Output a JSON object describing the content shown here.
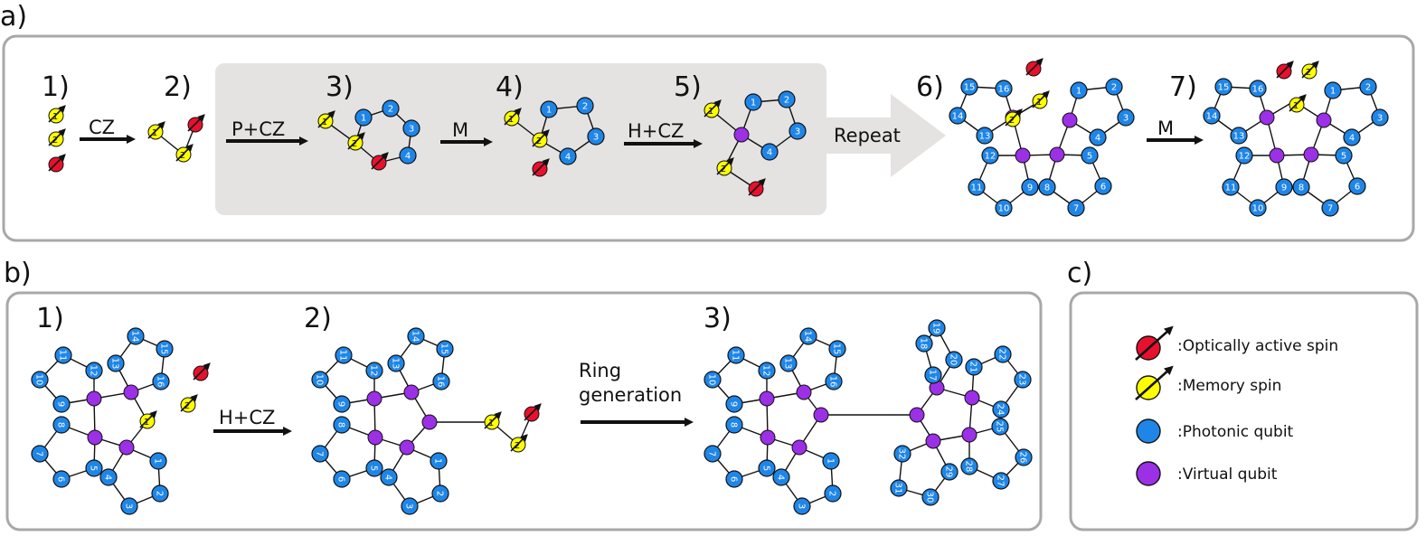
{
  "panels": {
    "a": {
      "label": "a)",
      "steps": [
        "1)",
        "2)",
        "3)",
        "4)",
        "5)",
        "6)",
        "7)"
      ],
      "ops": [
        "CZ",
        "P+CZ",
        "M",
        "H+CZ",
        "M"
      ],
      "repeat_label": "Repeat"
    },
    "b": {
      "label": "b)",
      "steps": [
        "1)",
        "2)",
        "3)"
      ],
      "ops": [
        "H+CZ"
      ],
      "ring_generation": [
        "Ring",
        "generation"
      ]
    },
    "c": {
      "label": "c)",
      "legend": [
        {
          "label": ":Optically active spin",
          "color": "#e8112d",
          "kind": "spin"
        },
        {
          "label": ":Memory spin",
          "color": "#ffff00",
          "kind": "spin"
        },
        {
          "label": ":Photonic qubit",
          "color": "#1f86e8",
          "kind": "qubit"
        },
        {
          "label": ":Virtual qubit",
          "color": "#9b30e6",
          "kind": "qubit"
        }
      ]
    }
  },
  "colors": {
    "photonic": "#1f86e8",
    "virtual": "#9b30e6",
    "memory_spin": "#ffff00",
    "optical_spin": "#e8112d",
    "frame": "#a8a8a8",
    "shade": "#e4e3e2"
  }
}
